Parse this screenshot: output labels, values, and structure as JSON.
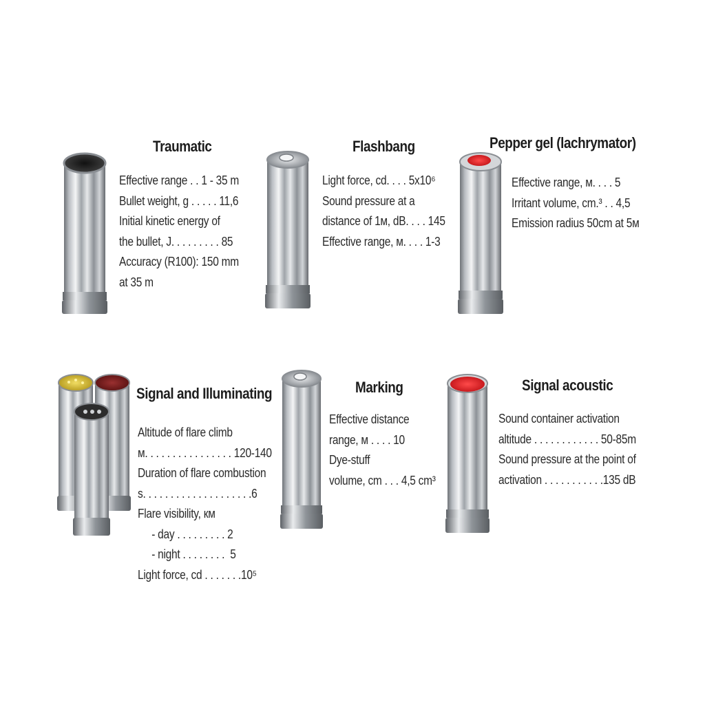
{
  "cartridges": [
    {
      "title": "Traumatic",
      "tip_color": "#1a1a1a",
      "specs": [
        "Effective range . . 1 - 35 m",
        "Bullet weight, g . . . . . 11,6",
        "Initial kinetic energy of",
        "the bullet, J. . . . . . . . . 85",
        "Accuracy (R100): 150 mm",
        "at 35 m"
      ]
    },
    {
      "title": "Flashbang",
      "tip_color": "#c9cdd1",
      "specs": [
        "Light force, cd. . . . 5x10⁶",
        "Sound pressure at a",
        "distance of 1м, dB. . . . 145",
        "Effective range, м. . . . 1-3"
      ]
    },
    {
      "title": "Pepper gel (lachrymator)",
      "tip_color": "#e0282c",
      "specs": [
        "Effective range, м. . . . 5",
        "Irritant volume, cm.³ . . 4,5",
        "Emission radius 50cm at 5м"
      ]
    },
    {
      "title": "Signal and Illuminating",
      "tip_colors": [
        "#d9c23a",
        "#7a1e1e",
        "#2a2a2a"
      ],
      "specs": [
        "Altitude of flare climb",
        "м. . . . . . . . . . . . . . . . 120-140",
        "Duration of flare combustion",
        "s. . . . . . . . . . . . . . . . . . . .6",
        "Flare visibility, км",
        "     - day . . . . . . . . . 2",
        "     - night . . . . . . . .  5",
        "Light force, cd . . . . . . .10⁵"
      ]
    },
    {
      "title": "Marking",
      "tip_color": "#c9cdd1",
      "specs": [
        "Effective distance",
        "range, м . . . . 10",
        "Dye-stuff",
        "volume, cm . . . 4,5 cm³"
      ]
    },
    {
      "title": "Signal acoustic",
      "tip_color": "#e0282c",
      "specs": [
        "Sound container activation",
        "altitude . . . . . . . . . . . . 50-85m",
        "Sound pressure at the point of",
        "activation . . . . . . . . . . .135 dB"
      ]
    }
  ]
}
